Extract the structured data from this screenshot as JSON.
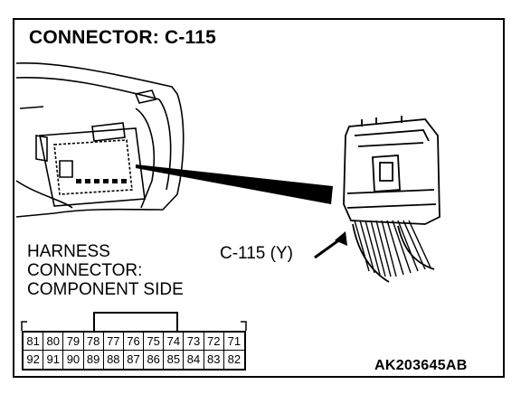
{
  "title": "CONNECTOR: C-115",
  "harness_label": {
    "line1": "HARNESS",
    "line2": "CONNECTOR:",
    "line3": "COMPONENT SIDE"
  },
  "connector_id": "C-115 (Y)",
  "figure_code": "AK203645AB",
  "pins": {
    "row1": [
      "81",
      "80",
      "79",
      "78",
      "77",
      "76",
      "75",
      "74",
      "73",
      "72",
      "71"
    ],
    "row2": [
      "92",
      "91",
      "90",
      "89",
      "88",
      "87",
      "86",
      "85",
      "84",
      "83",
      "82"
    ]
  }
}
